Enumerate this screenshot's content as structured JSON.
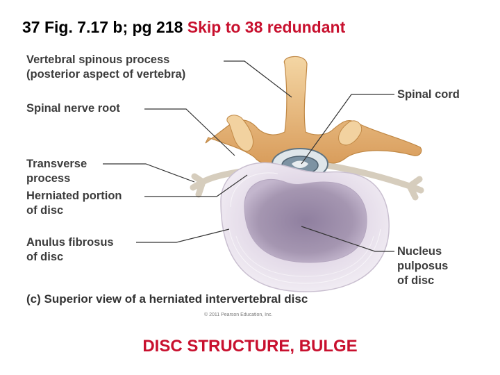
{
  "slide": {
    "title_prefix": "37  Fig. 7.17 b; pg 218 ",
    "title_skip": "Skip to 38 redundant",
    "footer_title": "DISC STRUCTURE, BULGE"
  },
  "figure": {
    "labels": {
      "spinous_process": [
        "Vertebral spinous process",
        "(posterior aspect of vertebra)"
      ],
      "spinal_nerve_root": [
        "Spinal nerve root"
      ],
      "transverse_process": [
        "Transverse",
        "process"
      ],
      "herniated_portion": [
        "Herniated portion",
        "of disc"
      ],
      "anulus_fibrosus": [
        "Anulus fibrosus",
        "of disc"
      ],
      "spinal_cord": [
        "Spinal cord"
      ],
      "nucleus_pulposus": [
        "Nucleus",
        "pulposus",
        "of disc"
      ]
    },
    "caption": "(c) Superior view of a herniated intervertebral disc",
    "credit": "© 2011 Pearson Education, Inc.",
    "colors": {
      "bone": "#e8b878",
      "bone_dark": "#c98e4a",
      "disc_outer": "#efeaf2",
      "nucleus": "#a596b1",
      "nerve": "#d9d2c4",
      "spinal_cord": "#7d93a3"
    }
  }
}
